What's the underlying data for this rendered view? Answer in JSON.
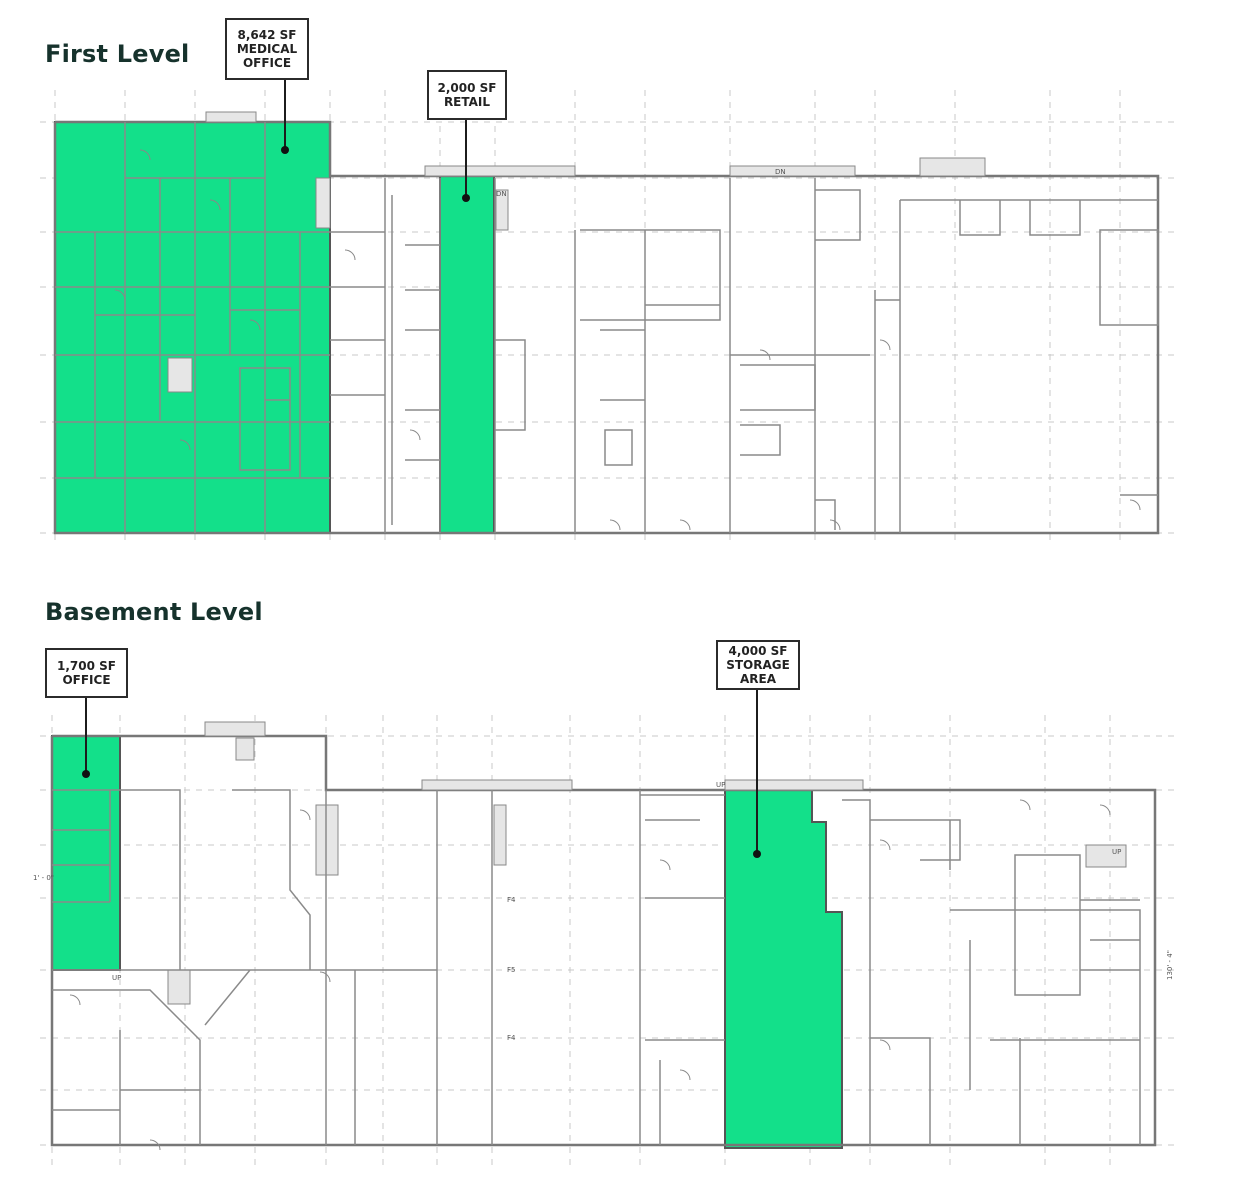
{
  "levels": {
    "first": {
      "title": "First Level"
    },
    "basement": {
      "title": "Basement Level"
    }
  },
  "callouts": {
    "medical_office": "8,642 SF\nMEDICAL\nOFFICE",
    "retail": "2,000 SF\nRETAIL",
    "office": "1,700 SF\nOFFICE",
    "storage": "4,000 SF\nSTORAGE\nAREA"
  },
  "plan_labels": {
    "dn_1": "DN",
    "dn_2": "DN",
    "up_1": "UP",
    "up_2": "UP",
    "up_3": "UP",
    "f4_a": "F4",
    "f5": "F5",
    "f4_b": "F4",
    "dim_left": "1' - 0\"",
    "dim_right": "130' - 4\""
  },
  "colors": {
    "highlight": "#13e08a",
    "title": "#16322c"
  }
}
